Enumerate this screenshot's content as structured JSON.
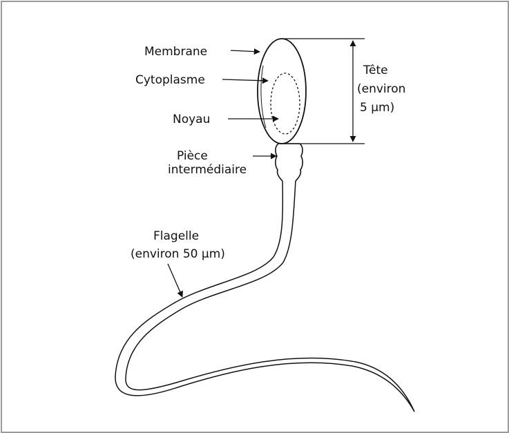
{
  "labels": {
    "membrane": "Membrane",
    "cytoplasm": "Cytoplasme",
    "nucleus": "Noyau",
    "midpiece_line1": "Pièce",
    "midpiece_line2": "intermédiaire",
    "head_line1": "Tête",
    "head_line2": "(environ",
    "head_line3": "5 µm)",
    "flagellum_line1": "Flagelle",
    "flagellum_line2": "(environ 50 µm)"
  },
  "colors": {
    "stroke": "#111111",
    "frame": "#9a9a9a",
    "background": "#ffffff"
  }
}
